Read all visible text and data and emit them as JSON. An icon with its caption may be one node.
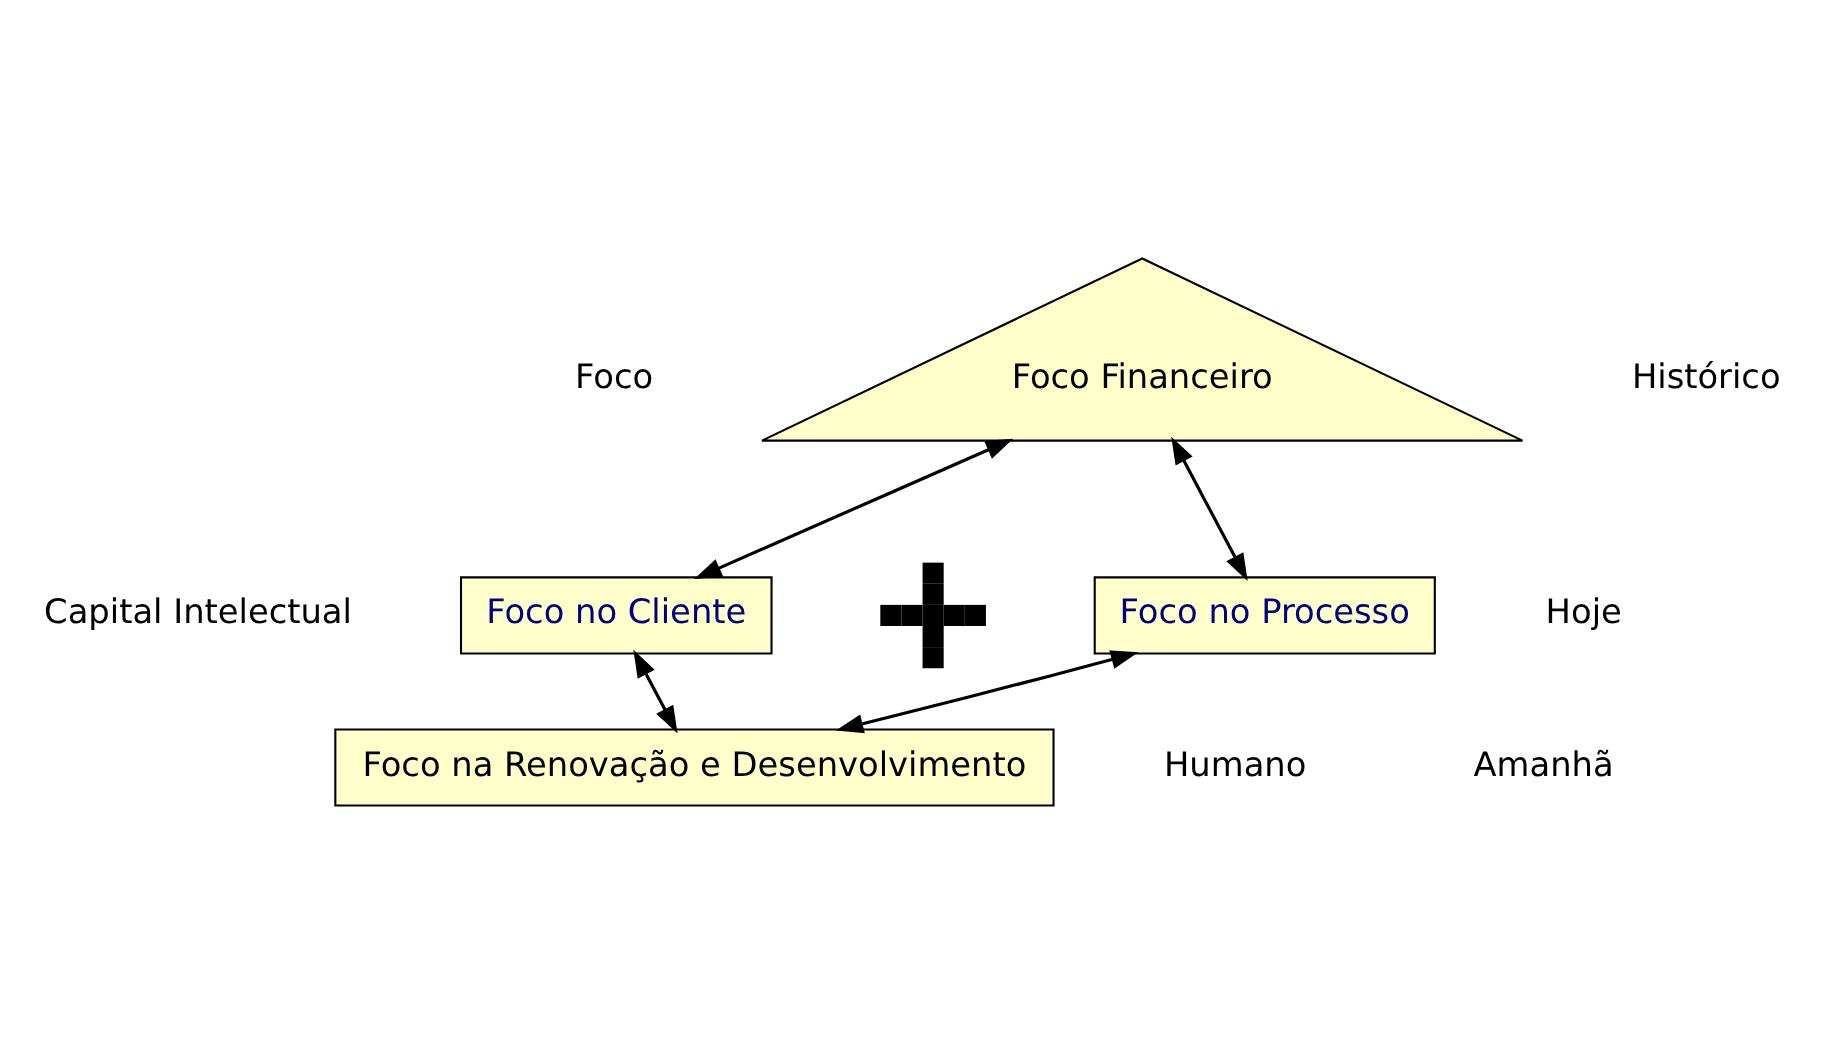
{
  "diagram": {
    "nodes": [
      {
        "text": [
          "Foco Financeiro"
        ]
      },
      {
        "text": [
          "Foco no Cliente"
        ]
      },
      {
        "text": [
          "Foco no Processo"
        ]
      },
      {
        "text": [],
        "shape": "cross"
      },
      {
        "text": [
          "Foco na Renovação e Desenvolvimento"
        ]
      }
    ],
    "edges": [
      {
        "from": 0,
        "to": 1,
        "arrow": "both"
      },
      {
        "from": 0,
        "to": 2,
        "arrow": "both"
      },
      {
        "from": 1,
        "to": 4,
        "arrow": "both"
      },
      {
        "from": 2,
        "to": 4,
        "arrow": "both"
      }
    ],
    "labels": [
      "Histórico",
      "Foco",
      "Capital Intelectual",
      "Hoje",
      "Humano",
      "Amanhã"
    ]
  }
}
